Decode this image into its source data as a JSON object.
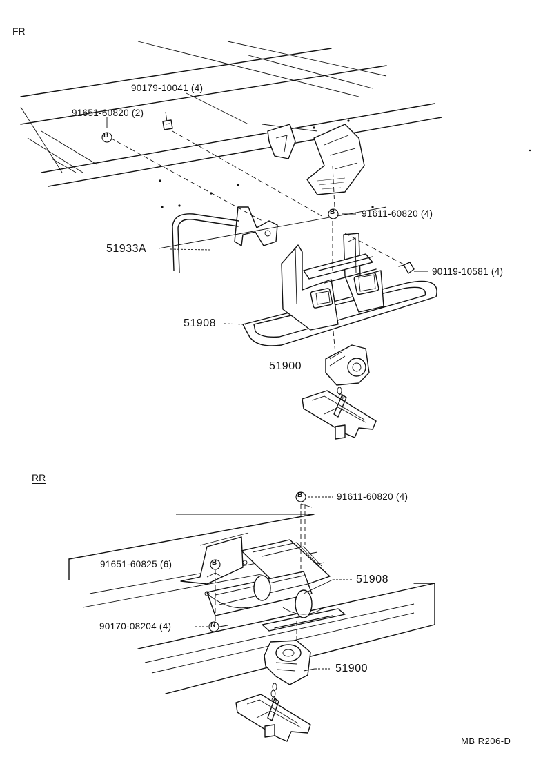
{
  "sections": {
    "front": "FR",
    "rear": "RR"
  },
  "front_labels": {
    "p90179": "90179-10041 (4)",
    "p91651": "91651-60820 (2)",
    "p91611": "91611-60820 (4)",
    "p90119": "90119-10581 (4)",
    "p51933A": "51933A",
    "p51908": "51908",
    "p51900": "51900"
  },
  "rear_labels": {
    "p91611": "91611-60820 (4)",
    "p91651": "91651-60825 (6)",
    "p51908": "51908",
    "p90170": "90170-08204 (4)",
    "p51900": "51900"
  },
  "symbols": {
    "b": "B",
    "n": "N"
  },
  "diagram_code": "MB R206-D"
}
